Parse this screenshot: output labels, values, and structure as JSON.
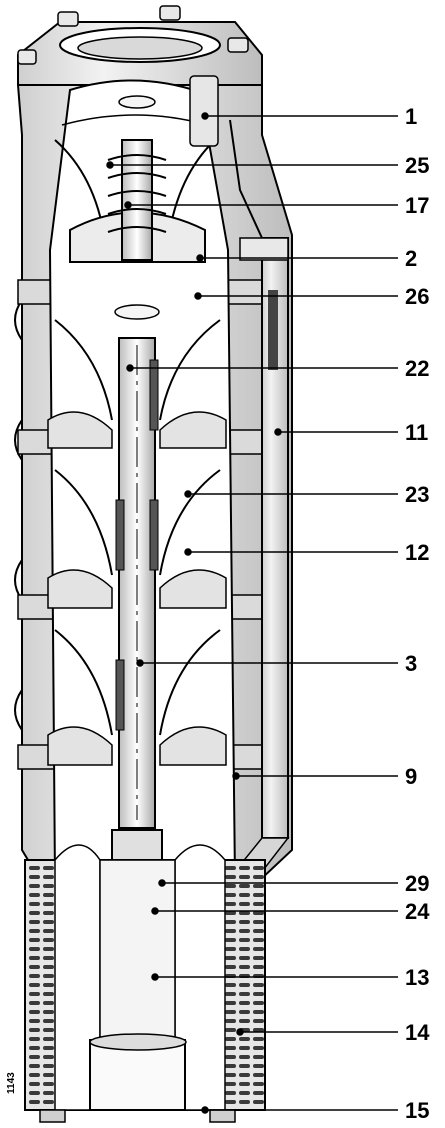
{
  "figure": {
    "drawing_code": "1143",
    "callouts": [
      {
        "id": "1",
        "label": "1"
      },
      {
        "id": "25",
        "label": "25"
      },
      {
        "id": "17",
        "label": "17"
      },
      {
        "id": "2",
        "label": "2"
      },
      {
        "id": "26",
        "label": "26"
      },
      {
        "id": "22",
        "label": "22"
      },
      {
        "id": "11",
        "label": "11"
      },
      {
        "id": "23",
        "label": "23"
      },
      {
        "id": "12",
        "label": "12"
      },
      {
        "id": "3",
        "label": "3"
      },
      {
        "id": "9",
        "label": "9"
      },
      {
        "id": "29",
        "label": "29"
      },
      {
        "id": "24",
        "label": "24"
      },
      {
        "id": "13",
        "label": "13"
      },
      {
        "id": "14",
        "label": "14"
      },
      {
        "id": "15",
        "label": "15"
      }
    ],
    "colors": {
      "outline": "#000000",
      "body_light": "#f2f2f2",
      "body_mid": "#d4d4d4",
      "body_dark": "#9a9a9a",
      "cut_face": "#ffffff"
    }
  }
}
